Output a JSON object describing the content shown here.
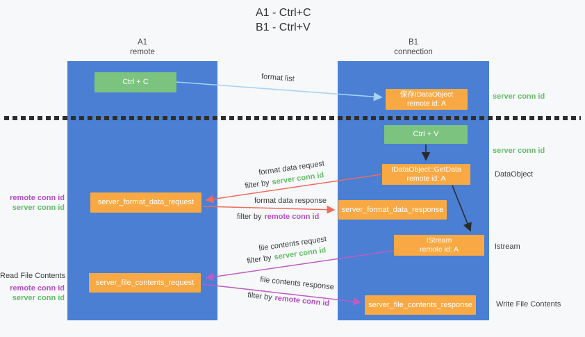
{
  "title": {
    "line1": "A1 - Ctrl+C",
    "line2": "B1 - Ctrl+V"
  },
  "lanes": {
    "left": {
      "name": "A1",
      "role": "remote"
    },
    "right": {
      "name": "B1",
      "role": "connection"
    }
  },
  "nodes": {
    "ctrl_c": {
      "label": "Ctrl + C"
    },
    "ctrl_v": {
      "label": "Ctrl + V"
    },
    "save_dataobject": {
      "line1": "保存IDataObject",
      "line2": "remote id: A"
    },
    "getdata": {
      "line1": "IDataObject::GetData",
      "line2": "remote id: A"
    },
    "istream": {
      "line1": "IStream",
      "line2": "remote id: A"
    },
    "format_request": {
      "label": "server_format_data_request"
    },
    "format_response": {
      "label": "server_format_data_response"
    },
    "file_request": {
      "label": "server_file_contents_request"
    },
    "file_response": {
      "label": "server_file_contents_response"
    }
  },
  "arrows": {
    "format_list": {
      "label": "format list"
    },
    "format_data_request": {
      "label": "format data request",
      "filter_prefix": "filter by",
      "filter_value": "server conn id"
    },
    "format_data_response": {
      "label": "format data response",
      "filter_prefix": "filter by",
      "filter_value": "remote conn id"
    },
    "file_contents_request": {
      "label": "file contents request",
      "filter_prefix": "filter by",
      "filter_value": "server conn id"
    },
    "file_contents_response": {
      "label": "file contents response",
      "filter_prefix": "filter by",
      "filter_value": "remote conn id"
    }
  },
  "side_labels": {
    "right_server_conn_id_top": "server conn id",
    "right_server_conn_id_mid": "server conn id",
    "right_dataobject": "DataObject",
    "right_istream": "Istream",
    "right_write_file": "Write File Contents",
    "left_remote_conn_id_top": "remote conn id",
    "left_server_conn_id_top": "server conn id",
    "left_read_file": "Read File Contents",
    "left_remote_conn_id_bottom": "remote conn id",
    "left_server_conn_id_bottom": "server conn id"
  },
  "colors": {
    "lane_blue": "#4a7fd3",
    "action_green": "#7bc37f",
    "message_orange": "#f8a944",
    "request_red": "#ee6b5e",
    "filter_purple": "#bf5bc4",
    "format_list_blue": "#a6d3f3",
    "conn_green_text": "#62bd68",
    "conn_purple_text": "#b44ec4"
  }
}
